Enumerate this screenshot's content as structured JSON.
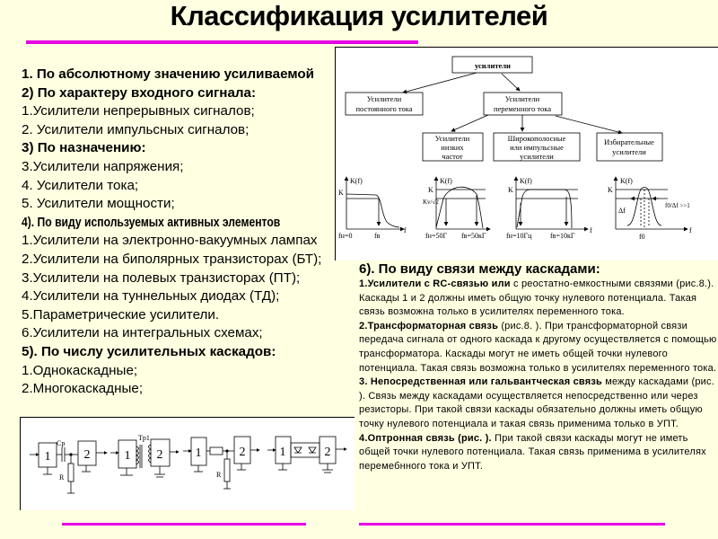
{
  "title": "Классификация усилителей",
  "left_list": [
    {
      "text": "1. По абсолютному значению усиливаемой",
      "bold": true
    },
    {
      "text": "2) По характеру входного сигнала:",
      "bold": true
    },
    {
      "text": "1.Усилители непрерывных сигналов;",
      "bold": false
    },
    {
      "text": "2. Усилители импульсных сигналов;",
      "bold": false
    },
    {
      "text": "3) По назначению:",
      "bold": true
    },
    {
      "text": "3.Усилители напряжения;",
      "bold": false
    },
    {
      "text": "4. Усилители тока;",
      "bold": false
    },
    {
      "text": "5. Усилители мощности;",
      "bold": false
    },
    {
      "text": "4). По виду используемых активных элементов",
      "bold": true
    },
    {
      "text": "1.Усилители на электронно-вакуумных лампах",
      "bold": false
    },
    {
      "text": "2.Усилители на биполярных транзисторах (БТ);",
      "bold": false
    },
    {
      "text": "3.Усилители на полевых транзисторах (ПТ);",
      "bold": false
    },
    {
      "text": "4.Усилители на туннельных диодах (ТД);",
      "bold": false
    },
    {
      "text": "5.Параметрические усилители.",
      "bold": false
    },
    {
      "text": "6.Усилители на интегральных схемах;",
      "bold": false
    },
    {
      "text": "5). По числу усилительных каскадов:",
      "bold": true
    },
    {
      "text": "1.Однокаскадные;",
      "bold": false
    },
    {
      "text": "2.Многокаскадные;",
      "bold": false
    }
  ],
  "diagram": {
    "root": "усилители",
    "dc": [
      "Усилители",
      "постоянного тока"
    ],
    "ac": [
      "Усилители",
      "переменного тока"
    ],
    "lf": [
      "Усилители",
      "низких",
      "частот"
    ],
    "wide": [
      "Широкополосные",
      "или импульсные",
      "усилители"
    ],
    "sel": [
      "Избирательные",
      "усилители"
    ],
    "kf": "K(f)",
    "k": "K",
    "f": "f",
    "g1": {
      "f_low": "fн=0",
      "f_high": "fв"
    },
    "g2": {
      "kv": "Kv/√2",
      "f_low": "fн=50Г",
      "f_high": "fв=50кГ"
    },
    "g3": {
      "f_low": "fн=10Гц",
      "f_high": "fв=10кГ"
    },
    "g4": {
      "df": "Δf",
      "ratio": "f0/Δf >>1",
      "f0": "f0"
    }
  },
  "right": {
    "heading": "6). По виду связи между каскадами:",
    "items": [
      {
        "bold": "1.Усилители с RC-связью или",
        "text": " с реостатно-емкостными связями (рис.8.). Каскады 1 и 2  должны иметь общую точку нулевого потенциала. Такая связь возможна только в усилителях переменного тока."
      },
      {
        "bold": "2.Трансформаторная связь",
        "text": " (рис.8.  ). При трансформаторной связи передача сигнала  от одного каскада к другому осуществляется с помощью трансформатора. Каскады могут не иметь общей точки нулевого потенциала. Такая связь возможна только в усилителях переменного тока."
      },
      {
        "bold": "3. Непосредственная или гальвантческая связь",
        "text": " между каскадами (рис.   ). Связь между каскадами осуществляется непосредственно или через резисторы. При такой связи каскады обязательно должны иметь общую точку нулевого потенциала и такая связь применима только в УПТ."
      },
      {
        "bold": "4.Оптронная связь (рис.   ).",
        "text": " При такой связи каскады могут не иметь общей точки нулевого потенциала. Такая связь применима в усилителях перемебнного тока и УПТ."
      }
    ]
  },
  "circuit": {
    "stage1": "1",
    "stage2": "2",
    "cp": "Cp",
    "r": "R",
    "tp": "Tp1"
  },
  "colors": {
    "background": "#ffffe1",
    "accent_line": "#e600e6"
  }
}
